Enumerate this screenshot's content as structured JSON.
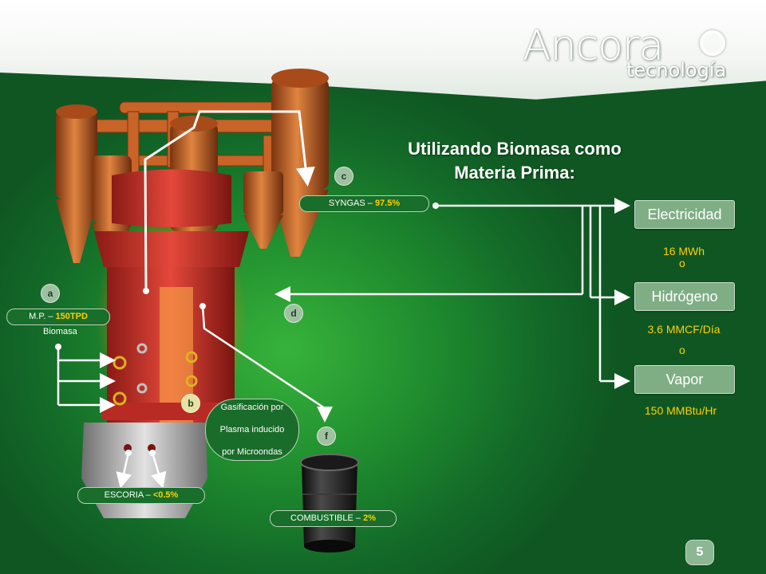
{
  "brand": {
    "name": "Ancora",
    "sub": "tecnología"
  },
  "title": {
    "line1": "Utilizando Biomasa como",
    "line2": "Materia Prima:"
  },
  "outputs": [
    {
      "label": "Electricidad",
      "value": "16 MWh",
      "sep": "o"
    },
    {
      "label": "Hidrógeno",
      "value": "3.6 MMCF/Día",
      "sep": "o"
    },
    {
      "label": "Vapor",
      "value": "150 MMBtu/Hr"
    }
  ],
  "markers": {
    "a": "a",
    "b": "b",
    "c": "c",
    "d": "d",
    "f": "f"
  },
  "streams": {
    "syngas": {
      "label": "SYNGAS – ",
      "value": "97.5%"
    },
    "feed": {
      "label": "M.P. – ",
      "value": "150TPD",
      "sub": "Biomasa"
    },
    "slag": {
      "label": "ESCORIA – ",
      "value": "<0.5%"
    },
    "fuel": {
      "label": "COMBUSTIBLE – ",
      "value": "2%"
    }
  },
  "process_note": {
    "line1": "Gasificación por",
    "line2": "Plasma inducido",
    "line3": "por Microondas"
  },
  "page_number": "5",
  "colors": {
    "accent": "#ffd000",
    "box": "#7fae85",
    "vessel": "#c8612a",
    "reactor": "#d8342c"
  }
}
